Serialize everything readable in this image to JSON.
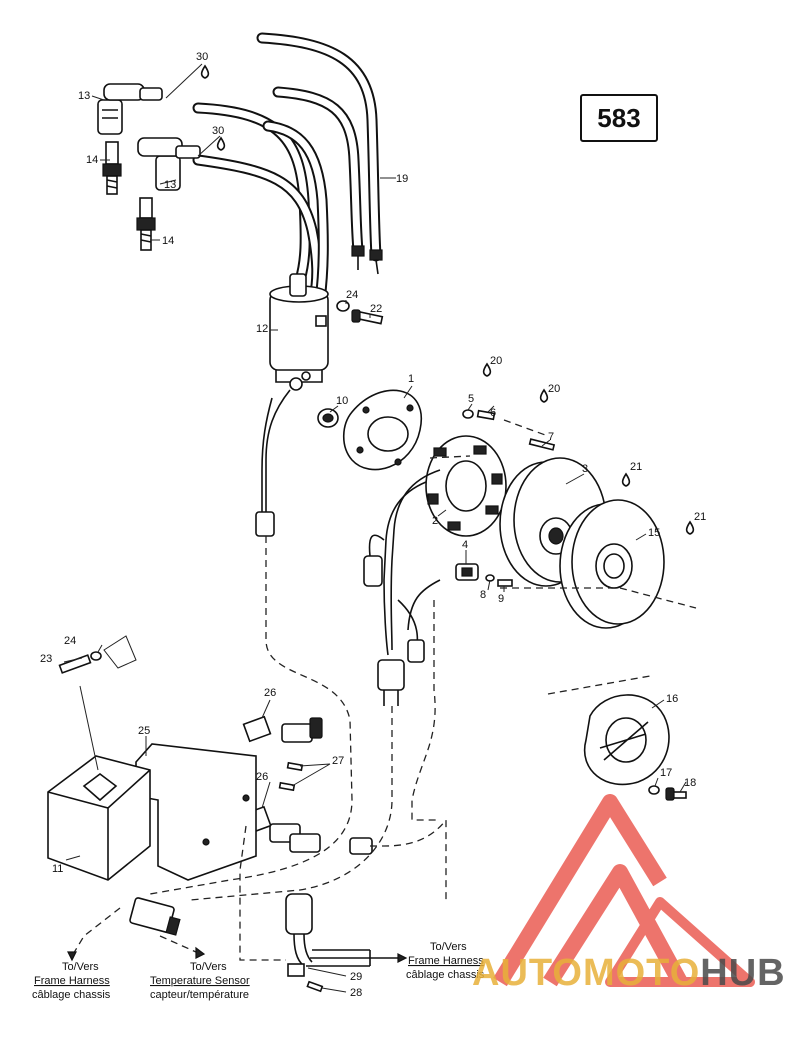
{
  "page_number": "583",
  "callouts": {
    "c1": "1",
    "c2": "2",
    "c3": "3",
    "c4": "4",
    "c5": "5",
    "c6": "6",
    "c7": "7",
    "c8": "8",
    "c9": "9",
    "c10": "10",
    "c11": "11",
    "c12": "12",
    "c13a": "13",
    "c13b": "13",
    "c14a": "14",
    "c14b": "14",
    "c15": "15",
    "c16": "16",
    "c17": "17",
    "c18": "18",
    "c19": "19",
    "c20a": "20",
    "c20b": "20",
    "c21a": "21",
    "c21b": "21",
    "c22": "22",
    "c23": "23",
    "c24a": "24",
    "c24b": "24",
    "c25": "25",
    "c26a": "26",
    "c26b": "26",
    "c27": "27",
    "c28": "28",
    "c29": "29",
    "c30a": "30",
    "c30b": "30"
  },
  "destinations": {
    "frame_harness_left": {
      "line1": "To/Vers",
      "line2": "Frame Harness",
      "line3": "câblage chassis"
    },
    "temperature_sensor": {
      "line1": "To/Vers",
      "line2": "Temperature Sensor",
      "line3": "capteur/température"
    },
    "frame_harness_right": {
      "line1": "To/Vers",
      "line2": "Frame Harness",
      "line3": "câblage chassis"
    }
  },
  "watermark": {
    "part1": "AUTOMOTO",
    "part2": "HUB",
    "color_primary": "#e8b13a",
    "color_secondary": "#4a4a4a",
    "logo_color": "#e8463c"
  }
}
